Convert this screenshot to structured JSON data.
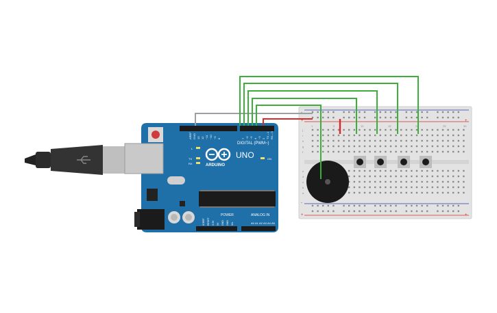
{
  "board": {
    "brand": "ARDUINO",
    "model": "UNO",
    "digital_label": "DIGITAL (PWM~)",
    "power_label": "POWER",
    "analog_label": "ANALOG IN",
    "on_label": "ON",
    "tx_label": "TX",
    "rx_label": "RX",
    "l_label": "L",
    "header_top_labels": [
      "AREF",
      "GND",
      "13",
      "12",
      "~11",
      "~10",
      "~9",
      "8",
      "7",
      "~6",
      "~5",
      "4",
      "~3",
      "2",
      "TX→1",
      "RX←0"
    ],
    "power_pin_labels": [
      "IOREF",
      "RESET",
      "3.3V",
      "5V",
      "GND",
      "GND",
      "Vin"
    ],
    "analog_pin_labels": [
      "A0",
      "A1",
      "A2",
      "A3",
      "A4",
      "A5"
    ]
  },
  "breadboard": {
    "column_numbers": [
      "1",
      "5",
      "10",
      "15",
      "20",
      "25",
      "30"
    ],
    "row_letters_top": [
      "j",
      "i",
      "h",
      "g",
      "f"
    ],
    "row_letters_bottom": [
      "e",
      "d",
      "c",
      "b",
      "a"
    ],
    "rail_plus": "+",
    "rail_minus": "-"
  },
  "buzzer": {
    "plus": "+",
    "minus": "−"
  },
  "colors": {
    "board": "#1f6fa8",
    "wire_green": "#3cae3a",
    "wire_gray": "#9aa0a4",
    "wire_red": "#d72b2b",
    "breadboard": "#e3e3e3"
  }
}
